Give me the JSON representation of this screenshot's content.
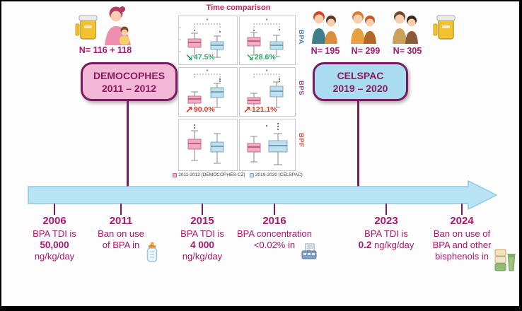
{
  "colors": {
    "magenta_text": "#a6196f",
    "purple_line": "#7a1b5f",
    "pink_box_fill": "#f2b6d7",
    "blue_box_fill": "#a9dcf1",
    "timeline_arrow": "#b8e4f5",
    "decrease_green": "#27a85f",
    "increase_red": "#e2372f",
    "boxplot_pink": "#f4a9c4",
    "boxplot_blue": "#bfe0ef"
  },
  "democophes": {
    "n_label": "N= 116 + 118",
    "box_title": "DEMOCOPHES",
    "box_years": "2011 – 2012"
  },
  "celspac": {
    "n_labels": [
      "N= 195",
      "N= 299",
      "N= 305"
    ],
    "box_title": "CELSPAC",
    "box_years": "2019 – 2020"
  },
  "chart": {
    "title": "Time comparison",
    "type": "boxplot-grid",
    "row_labels": [
      "BPA",
      "BPS",
      "BPF"
    ],
    "significance": "*",
    "changes": [
      {
        "analyte": "BPA",
        "panel": "left",
        "value": "47.5%",
        "direction": "down"
      },
      {
        "analyte": "BPA",
        "panel": "right",
        "value": "28.6%",
        "direction": "down"
      },
      {
        "analyte": "BPS",
        "panel": "left",
        "value": "90.0%",
        "direction": "up"
      },
      {
        "analyte": "BPS",
        "panel": "right",
        "value": "121.1%",
        "direction": "up"
      }
    ],
    "legend": [
      {
        "label": "2011-2012 (DEMOCOPHES-CZ)",
        "color": "#f4a9c4"
      },
      {
        "label": "2019-2020 (CELSPAC)",
        "color": "#bfe0ef"
      }
    ]
  },
  "timeline": {
    "entries": [
      {
        "year": "2006",
        "line1": "BPA TDI is",
        "emph": "50,000",
        "line3": "ng/kg/day"
      },
      {
        "year": "2011",
        "line1": "Ban on use",
        "line2": "of BPA in",
        "icon": "baby-bottle"
      },
      {
        "year": "2015",
        "line1": "BPA TDI is",
        "emph": "4 000",
        "line3": "ng/kg/day"
      },
      {
        "year": "2016",
        "line1": "BPA concentration",
        "line2": "<0.02% in",
        "icon": "receipt-printer"
      },
      {
        "year": "2023",
        "line1": "BPA TDI is",
        "emph": "0.2",
        "rest": "ng/kg/day"
      },
      {
        "year": "2024",
        "line1": "Ban on use of",
        "line2": "BPA and other",
        "line3": "bisphenols in",
        "icon": "food-containers"
      }
    ]
  }
}
